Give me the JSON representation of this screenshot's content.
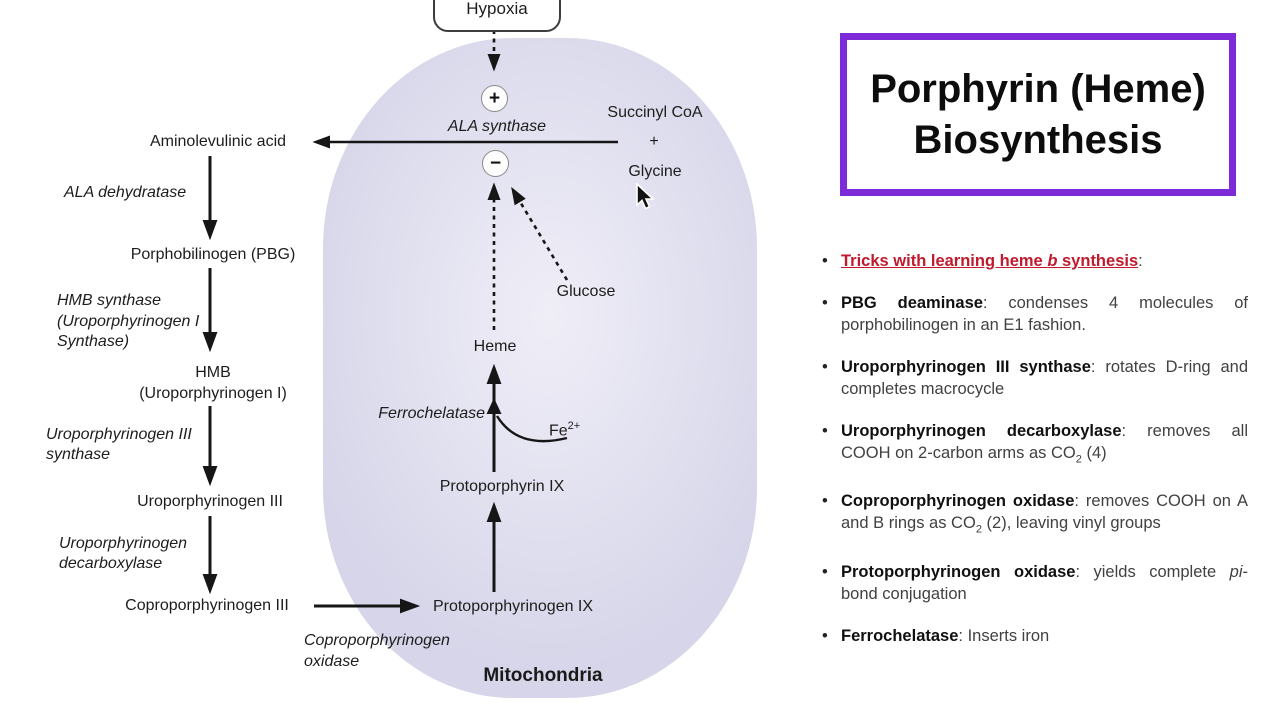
{
  "diagram": {
    "hypoxia": "Hypoxia",
    "plus_regulator": "+",
    "minus_regulator": "−",
    "ala_synthase": "ALA synthase",
    "succinyl_coa": "Succinyl CoA",
    "plus_sign": "+",
    "glycine": "Glycine",
    "glucose": "Glucose",
    "aminolevulinic_acid": "Aminolevulinic acid",
    "ala_dehydratase": "ALA dehydratase",
    "porphobilinogen": "Porphobilinogen (PBG)",
    "hmb_synthase_l1": "HMB synthase",
    "hmb_synthase_l2": "(Uroporphyrinogen I",
    "hmb_synthase_l3": "Synthase)",
    "hmb_l1": "HMB",
    "hmb_l2": "(Uroporphyrinogen I)",
    "uro3_synthase_l1": "Uroporphyrinogen III",
    "uro3_synthase_l2": "synthase",
    "uroporphyrinogen_iii": "Uroporphyrinogen III",
    "uro_decarboxylase_l1": "Uroporphyrinogen",
    "uro_decarboxylase_l2": "decarboxylase",
    "coproporphyrinogen_iii": "Coproporphyrinogen III",
    "copro_oxidase_l1": "Coproporphyrinogen",
    "copro_oxidase_l2": "oxidase",
    "protoporphyrinogen_ix": "Protoporphyrinogen IX",
    "protoporphyrin_ix": "Protoporphyrin IX",
    "ferrochelatase": "Ferrochelatase",
    "fe_base": "Fe",
    "fe_sup": "2+",
    "heme": "Heme",
    "mitochondria": "Mitochondria"
  },
  "panel": {
    "title_line1": "Porphyrin (Heme)",
    "title_line2": "Biosynthesis",
    "accent_color": "#7d2ad8",
    "red_color": "#c01a2c",
    "bullet_glyph": "•",
    "bullets": [
      {
        "segments": [
          {
            "t": "Tricks with learning heme ",
            "b": true,
            "red": true,
            "u": true
          },
          {
            "t": "b",
            "b": true,
            "i": true,
            "red": true,
            "u": true
          },
          {
            "t": " synthesis",
            "b": true,
            "red": true,
            "u": true
          },
          {
            "t": ":"
          }
        ]
      },
      {
        "segments": [
          {
            "t": "PBG deaminase",
            "b": true
          },
          {
            "t": ": condenses 4 molecules of porphobilinogen in an E1 fashion."
          }
        ]
      },
      {
        "segments": [
          {
            "t": "Uroporphyrinogen III synthase",
            "b": true
          },
          {
            "t": ": rotates D-ring and completes macrocycle"
          }
        ]
      },
      {
        "segments": [
          {
            "t": "Uroporphyrinogen decarboxylase",
            "b": true
          },
          {
            "t": ": removes all COOH on 2-carbon arms as CO"
          },
          {
            "t": "2",
            "sub": true
          },
          {
            "t": " (4)"
          }
        ]
      },
      {
        "segments": [
          {
            "t": "Coproporphyrinogen oxidase",
            "b": true
          },
          {
            "t": ": removes COOH on A and B rings as CO"
          },
          {
            "t": "2",
            "sub": true
          },
          {
            "t": " (2), leaving vinyl groups"
          }
        ]
      },
      {
        "segments": [
          {
            "t": "Protoporphyrinogen oxidase",
            "b": true
          },
          {
            "t": ": yields complete "
          },
          {
            "t": "pi",
            "i": true
          },
          {
            "t": "-bond conjugation"
          }
        ]
      },
      {
        "segments": [
          {
            "t": "Ferrochelatase",
            "b": true
          },
          {
            "t": ": Inserts iron"
          }
        ]
      }
    ]
  }
}
